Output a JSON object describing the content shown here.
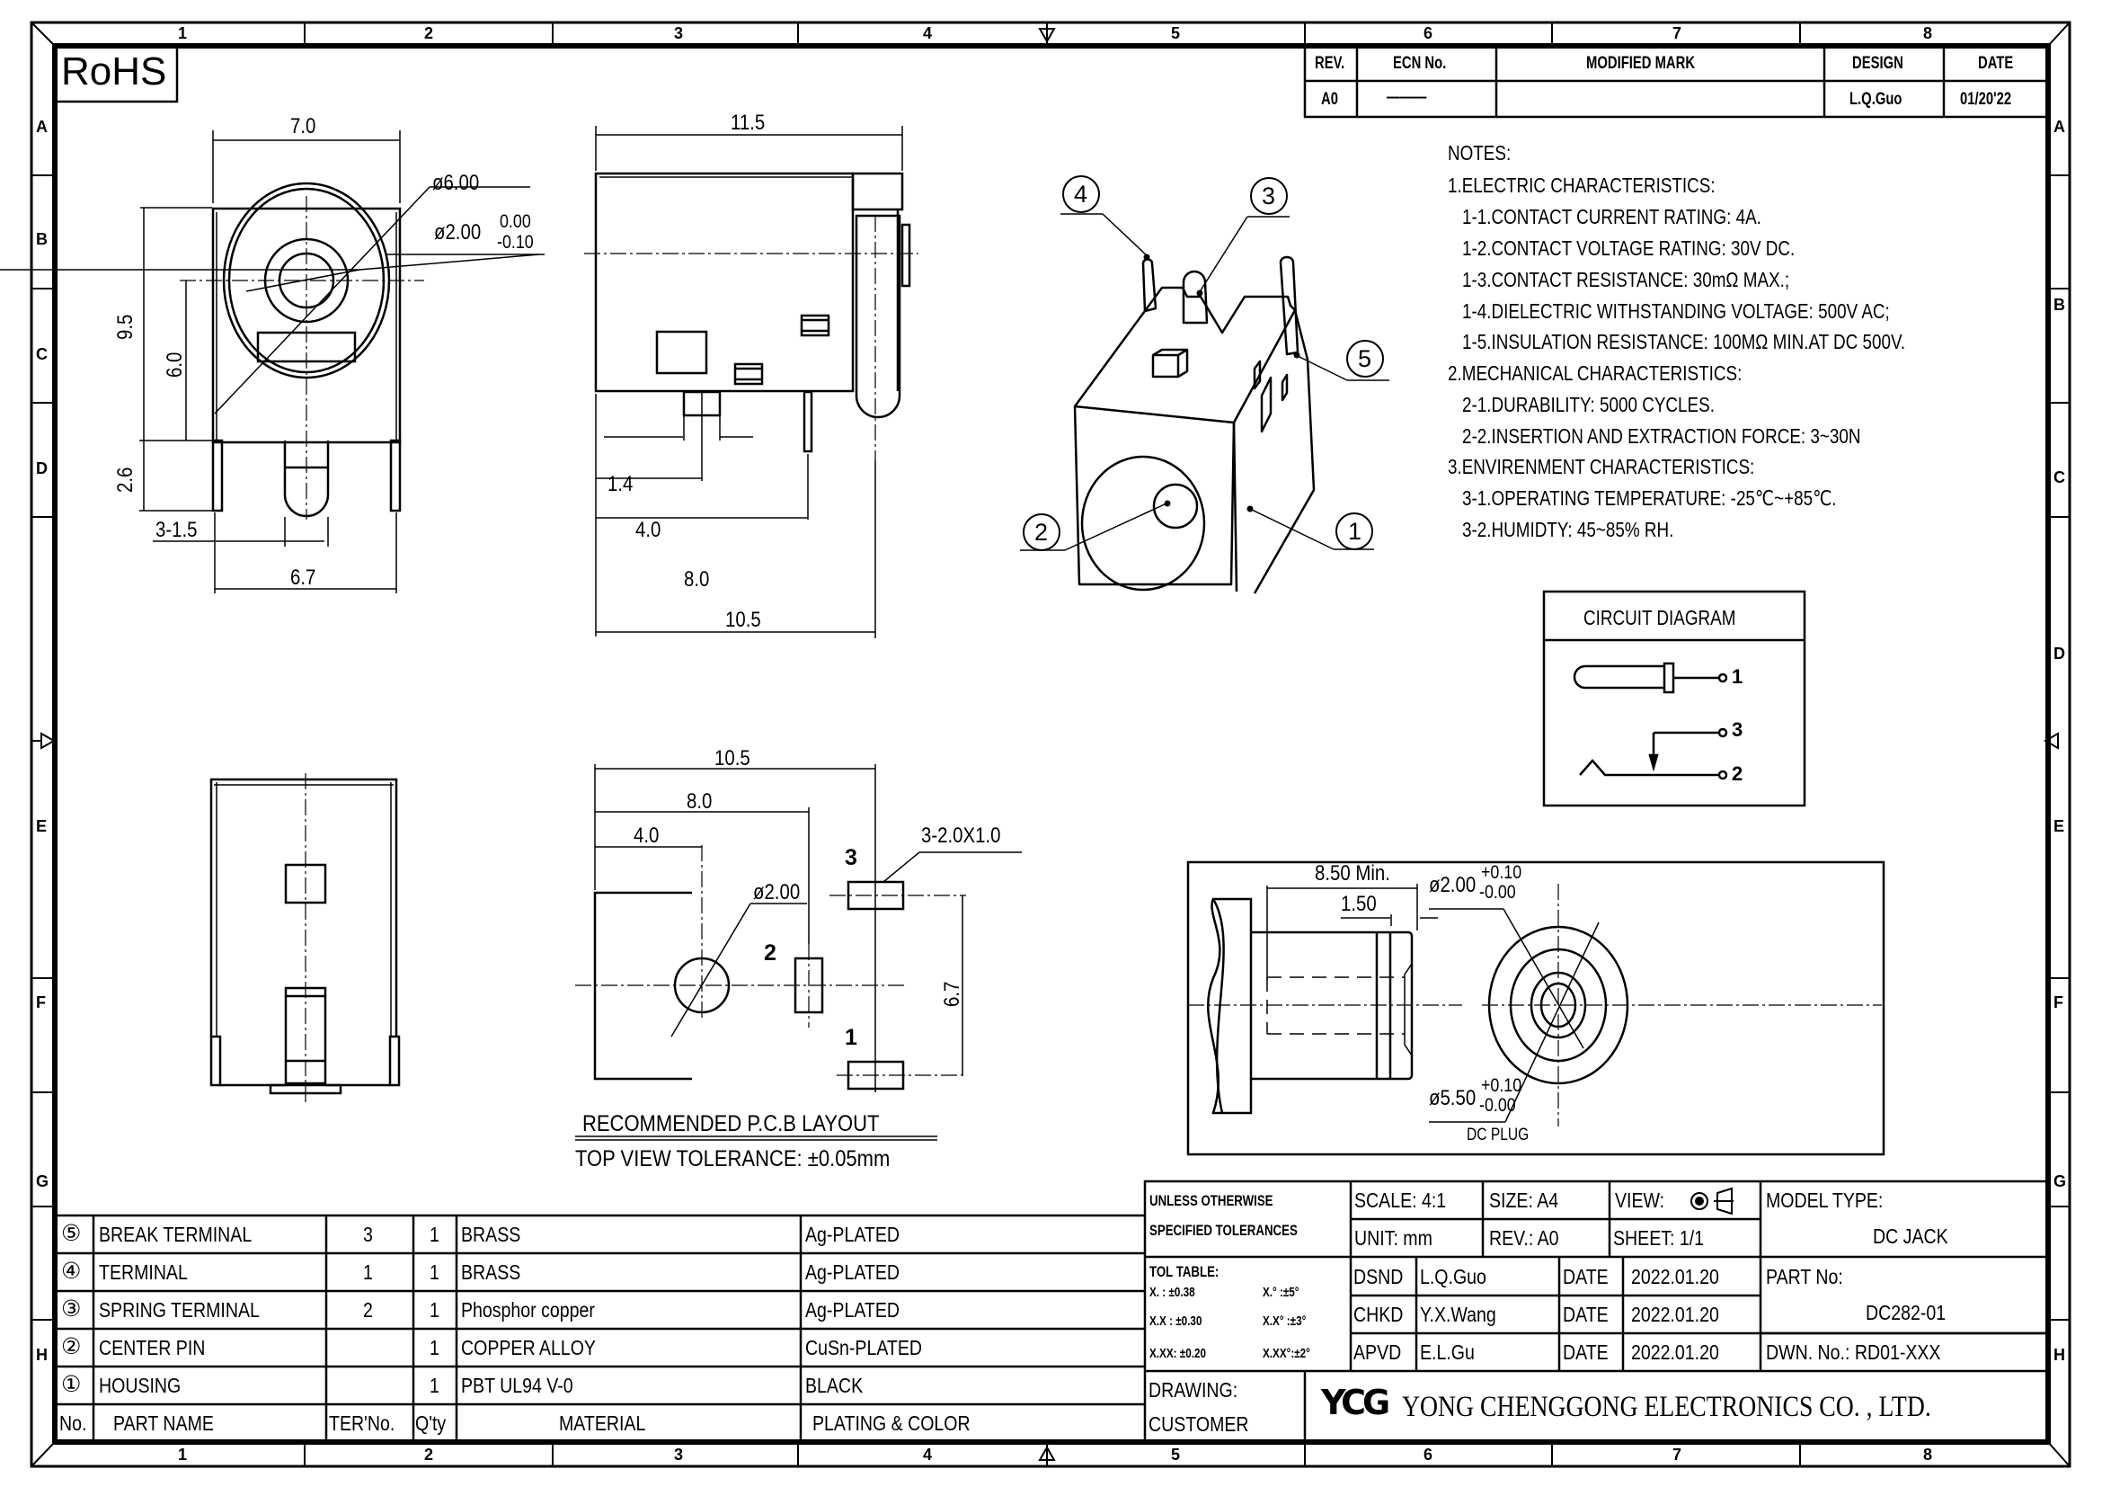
{
  "rohs_label": "RoHS",
  "zones": {
    "columns": [
      "1",
      "2",
      "3",
      "4",
      "5",
      "6",
      "7",
      "8"
    ],
    "rows": [
      "A",
      "B",
      "C",
      "D",
      "E",
      "F",
      "G",
      "H"
    ]
  },
  "revision_table": {
    "headers": [
      "REV.",
      "ECN No.",
      "MODIFIED MARK",
      "DESIGN",
      "DATE"
    ],
    "row": [
      "A0",
      "———",
      "",
      "L.Q.Guo",
      "01/20'22"
    ]
  },
  "notes": {
    "title": "NOTES:",
    "lines": [
      "1.ELECTRIC CHARACTERISTICS:",
      "1-1.CONTACT CURRENT RATING:  4A.",
      "1-2.CONTACT VOLTAGE RATING:  30V DC.",
      "1-3.CONTACT RESISTANCE:  30mΩ MAX.;",
      "1-4.DIELECTRIC WITHSTANDING VOLTAGE:  500V AC;",
      "1-5.INSULATION RESISTANCE:  100MΩ MIN.AT DC 500V.",
      "2.MECHANICAL CHARACTERISTICS:",
      "2-1.DURABILITY: 5000  CYCLES.",
      "2-2.INSERTION  AND  EXTRACTION  FORCE: 3~30N",
      "3.ENVIRENMENT CHARACTERISTICS:",
      "3-1.OPERATING TEMPERATURE: -25℃~+85℃.",
      "3-2.HUMIDTY: 45~85% RH."
    ]
  },
  "circuit_diagram": {
    "title": "CIRCUIT DIAGRAM",
    "pins": [
      "1",
      "3",
      "2"
    ]
  },
  "front_view": {
    "dims": [
      "7.0",
      "ø6.00",
      "ø2.00",
      "0.00",
      "-0.10",
      "9.5",
      "6.0",
      "2.6",
      "3-1.5",
      "6.7"
    ]
  },
  "side_view": {
    "dims": [
      "11.5",
      "1.4",
      "4.0",
      "8.0",
      "10.5"
    ]
  },
  "iso_view": {
    "callouts": [
      "1",
      "2",
      "3",
      "4",
      "5"
    ]
  },
  "pcb_layout": {
    "dims": [
      "10.5",
      "8.0",
      "4.0",
      "3-2.0X1.0",
      "ø2.00",
      "6.7"
    ],
    "pad_labels": [
      "3",
      "2",
      "1"
    ],
    "title": "RECOMMENDED  P.C.B  LAYOUT",
    "tolerance": "TOP  VIEW  TOLERANCE: ±0.05mm"
  },
  "dc_plug": {
    "dims": [
      "8.50 Min.",
      "1.50",
      "ø2.00",
      "+0.10",
      "-0.00",
      "ø5.50",
      "+0.10",
      "-0.00"
    ],
    "label": "DC PLUG"
  },
  "bom": {
    "headers": [
      "No.",
      "PART NAME",
      "TER'No.",
      "Q'ty",
      "MATERIAL",
      "PLATING & COLOR"
    ],
    "rows": [
      {
        "no": "⑤",
        "name": "BREAK  TERMINAL",
        "ter": "3",
        "qty": "1",
        "material": "BRASS",
        "plating": "Ag-PLATED"
      },
      {
        "no": "④",
        "name": "TERMINAL",
        "ter": "1",
        "qty": "1",
        "material": "BRASS",
        "plating": "Ag-PLATED"
      },
      {
        "no": "③",
        "name": "SPRING  TERMINAL",
        "ter": "2",
        "qty": "1",
        "material": "Phosphor  copper",
        "plating": "Ag-PLATED"
      },
      {
        "no": "②",
        "name": "CENTER  PIN",
        "ter": "",
        "qty": "1",
        "material": "COPPER  ALLOY",
        "plating": "CuSn-PLATED"
      },
      {
        "no": "①",
        "name": "HOUSING",
        "ter": "",
        "qty": "1",
        "material": "PBT  UL94  V-0",
        "plating": "BLACK"
      }
    ]
  },
  "title_block": {
    "unless": "UNLESS  OTHERWISE",
    "specified": "SPECIFIED  TOLERANCES",
    "scale": "SCALE: 4:1",
    "size": "SIZE:  A4",
    "view": "VIEW:",
    "unit": "UNIT:  mm",
    "rev": "REV.:  A0",
    "sheet": "SHEET: 1/1",
    "model_type_label": "MODEL  TYPE:",
    "model_type": "DC  JACK",
    "tol_table": "TOL  TABLE:",
    "tol_rows": [
      [
        "X.  :  ±0.38",
        "X.° :±5°"
      ],
      [
        "X.X :  ±0.30",
        "X.X° :±3°"
      ],
      [
        "X.XX:  ±0.20",
        "X.XX°:±2°"
      ]
    ],
    "signoffs": [
      {
        "role": "DSND",
        "name": "L.Q.Guo",
        "date_label": "DATE",
        "date": "2022.01.20"
      },
      {
        "role": "CHKD",
        "name": "Y.X.Wang",
        "date_label": "DATE",
        "date": "2022.01.20"
      },
      {
        "role": "APVD",
        "name": "E.L.Gu",
        "date_label": "DATE",
        "date": "2022.01.20"
      }
    ],
    "part_no_label": "PART No:",
    "part_no": "DC282-01",
    "dwn_no": "DWN.  No.: RD01-XXX",
    "drawing": "DRAWING:",
    "customer": "CUSTOMER",
    "logo": "YCG",
    "company": "YONG  CHENGGONG  ELECTRONICS  CO. , LTD."
  }
}
